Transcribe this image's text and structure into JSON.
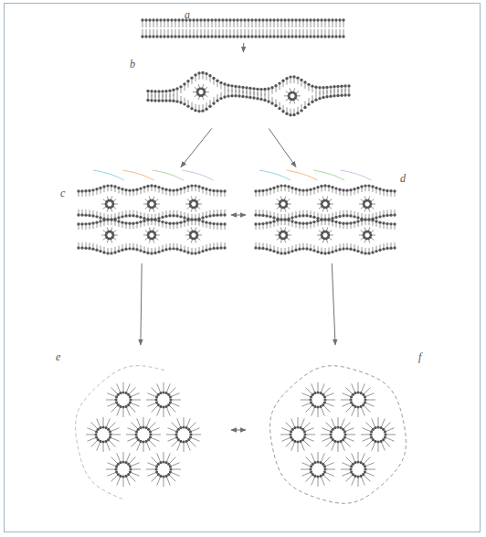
{
  "diagram": {
    "nodes": [
      {
        "text": [
          "a"
        ]
      },
      {
        "text": [
          "b"
        ]
      },
      {
        "text": [
          "c"
        ]
      },
      {
        "text": [
          "d"
        ]
      },
      {
        "text": [
          "e"
        ]
      },
      {
        "text": [
          "f"
        ]
      }
    ],
    "edges": [
      {
        "from": 0,
        "to": 1,
        "arrow": "to"
      },
      {
        "from": 1,
        "to": 2,
        "arrow": "to"
      },
      {
        "from": 1,
        "to": 3,
        "arrow": "to"
      },
      {
        "from": 2,
        "to": 3,
        "arrow": "both"
      },
      {
        "from": 2,
        "to": 4,
        "arrow": "to"
      },
      {
        "from": 3,
        "to": 5,
        "arrow": "to"
      },
      {
        "from": 4,
        "to": 5,
        "arrow": "both"
      }
    ]
  }
}
